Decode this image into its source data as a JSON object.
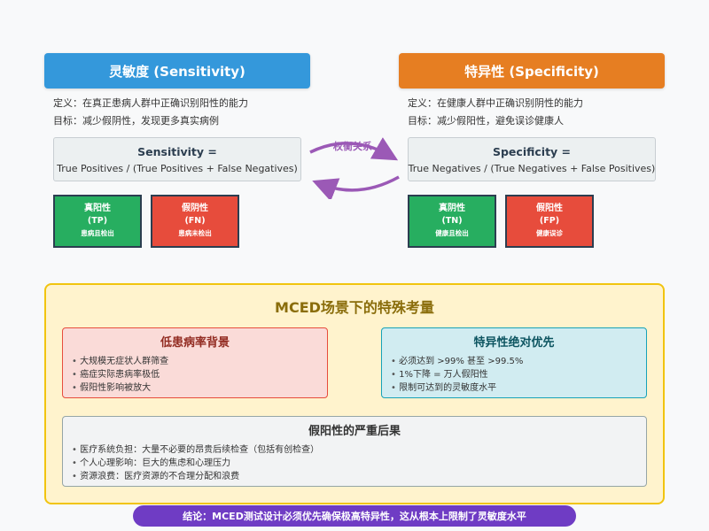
{
  "sensitivity": {
    "header": "灵敏度 (Sensitivity)",
    "definition": "定义：在真正患病人群中正确识别阳性的能力",
    "goal": "目标：减少假阴性，发现更多真实病例",
    "formula_title": "Sensitivity =",
    "formula_expr": "True Positives / (True Positives + False Negatives)",
    "boxes": [
      {
        "l1": "真阳性",
        "l2": "(TP)",
        "l3": "患病且检出"
      },
      {
        "l1": "假阴性",
        "l2": "(FN)",
        "l3": "患病未检出"
      }
    ]
  },
  "specificity": {
    "header": "特异性 (Specificity)",
    "definition": "定义：在健康人群中正确识别阴性的能力",
    "goal": "目标：减少假阳性，避免误诊健康人",
    "formula_title": "Specificity =",
    "formula_expr": "True Negatives / (True Negatives + False Positives)",
    "boxes": [
      {
        "l1": "真阴性",
        "l2": "(TN)",
        "l3": "健康且检出"
      },
      {
        "l1": "假阳性",
        "l2": "(FP)",
        "l3": "健康误诊"
      }
    ]
  },
  "tradeoff_label": "权衡关系",
  "mced": {
    "title": "MCED场景下的特殊考量",
    "low_prevalence": {
      "title": "低患病率背景",
      "items": [
        "大规模无症状人群筛查",
        "癌症实际患病率极低",
        "假阳性影响被放大"
      ]
    },
    "specificity_priority": {
      "title": "特异性绝对优先",
      "items": [
        "必须达到 >99% 甚至 >99.5%",
        "1%下降 = 万人假阳性",
        "限制可达到的灵敏度水平"
      ]
    },
    "false_positive": {
      "title": "假阳性的严重后果",
      "items": [
        "医疗系统负担：大量不必要的昂贵后续检查（包括有创检查）",
        "个人心理影响：巨大的焦虑和心理压力",
        "资源浪费：医疗资源的不合理分配和浪费"
      ]
    }
  },
  "conclusion": "结论：MCED测试设计必须优先确保极高特异性，这从根本上限制了灵敏度水平",
  "colors": {
    "sensitivity": "#3498db",
    "specificity": "#e67e22",
    "true_box": "#27ae60",
    "false_box": "#e74c3c",
    "arrow": "#9b59b6",
    "conclusion": "#6f3cc4"
  }
}
